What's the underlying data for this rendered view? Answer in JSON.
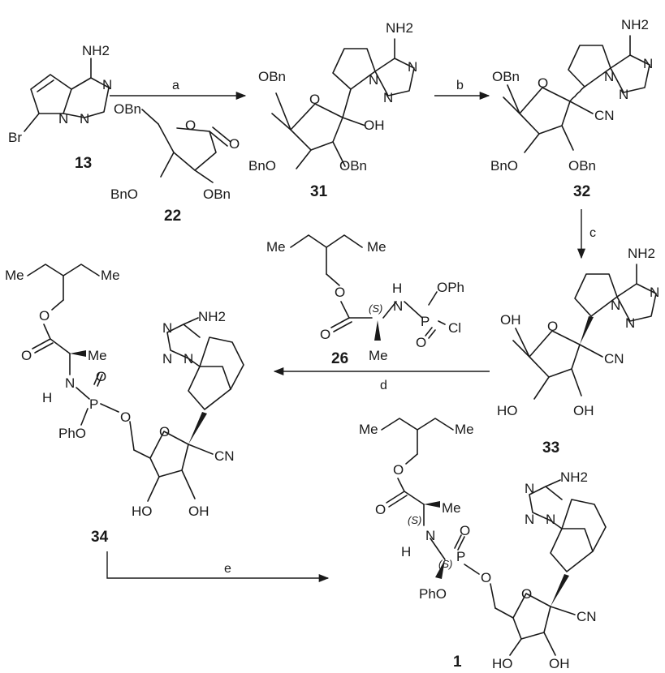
{
  "compounds": {
    "c13": {
      "number": "13",
      "labels": {
        "nh2": "NH2",
        "br": "Br",
        "n1": "N",
        "n2": "N",
        "n3": "N"
      }
    },
    "c22": {
      "number": "22",
      "labels": {
        "obn_top": "OBn",
        "bno": "BnO",
        "obn_right": "OBn",
        "o_ring": "O",
        "o_carbonyl": "O"
      }
    },
    "c31": {
      "number": "31",
      "labels": {
        "nh2": "NH2",
        "obn_top": "OBn",
        "oh": "OH",
        "bno": "BnO",
        "obn": "OBn",
        "o_ring": "O",
        "n1": "N",
        "n2": "N",
        "n3": "N"
      }
    },
    "c32": {
      "number": "32",
      "labels": {
        "nh2": "NH2",
        "obn_top": "OBn",
        "cn": "CN",
        "bno": "BnO",
        "obn": "OBn",
        "o_ring": "O",
        "n1": "N",
        "n2": "N",
        "n3": "N"
      }
    },
    "c33": {
      "number": "33",
      "labels": {
        "nh2": "NH2",
        "oh_top": "OH",
        "cn": "CN",
        "ho": "HO",
        "oh": "OH",
        "o_ring": "O",
        "n1": "N",
        "n2": "N",
        "n3": "N"
      }
    },
    "c26": {
      "number": "26",
      "labels": {
        "me1": "Me",
        "me2": "Me",
        "o_ester": "O",
        "o_carbonyl": "O",
        "s": "(S)",
        "n": "N",
        "h": "H",
        "p": "P",
        "oph": "OPh",
        "cl": "Cl",
        "o_p": "O",
        "me_ala": "Me"
      }
    },
    "c34": {
      "number": "34",
      "labels": {
        "me1": "Me",
        "me2": "Me",
        "o_ester": "O",
        "o_carbonyl": "O",
        "me_ala": "Me",
        "h": "H",
        "n": "N",
        "p": "P",
        "o_p": "O",
        "pho": "PhO",
        "o_link": "O",
        "nh2": "NH2",
        "cn": "CN",
        "ho": "HO",
        "oh": "OH",
        "o_ring": "O",
        "n1": "N",
        "n2": "N",
        "n3": "N"
      }
    },
    "c1": {
      "number": "1",
      "labels": {
        "me1": "Me",
        "me2": "Me",
        "o_ester": "O",
        "o_carbonyl": "O",
        "me_ala": "Me",
        "s1": "(S)",
        "h": "H",
        "n": "N",
        "s2": "(S)",
        "p": "P",
        "o_p": "O",
        "pho": "PhO",
        "o_link": "O",
        "nh2": "NH2",
        "cn": "CN",
        "ho": "HO",
        "oh": "OH",
        "o_ring": "O",
        "n1": "N",
        "n2": "N",
        "n3": "N"
      }
    }
  },
  "steps": {
    "a": "a",
    "b": "b",
    "c": "c",
    "d": "d",
    "e": "e"
  }
}
